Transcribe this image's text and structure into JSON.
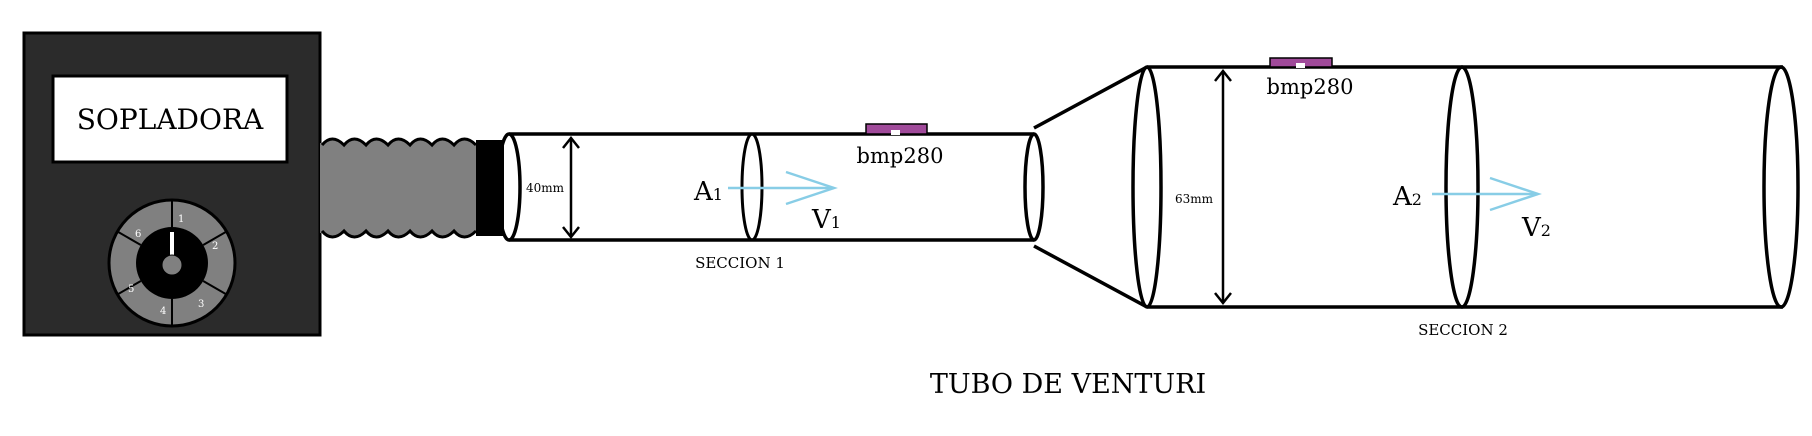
{
  "blower": {
    "label": "SOPLADORA",
    "dial_numbers": [
      "1",
      "2",
      "3",
      "4",
      "5",
      "6"
    ]
  },
  "section1": {
    "label": "SECCION 1",
    "diameter": "40mm",
    "area_letter": "A",
    "area_sub": "1",
    "velocity_letter": "V",
    "velocity_sub": "1",
    "sensor": "bmp280"
  },
  "section2": {
    "label": "SECCION 2",
    "diameter": "63mm",
    "area_letter": "A",
    "area_sub": "2",
    "velocity_letter": "V",
    "velocity_sub": "2",
    "sensor": "bmp280"
  },
  "title": "TUBO DE VENTURI",
  "colors": {
    "blower_body": "#2b2b2b",
    "hose": "#808080",
    "dial_ring": "#808080",
    "sensor": "#a04a9a",
    "flow_arrow": "#88cde6",
    "outline": "#000000"
  }
}
